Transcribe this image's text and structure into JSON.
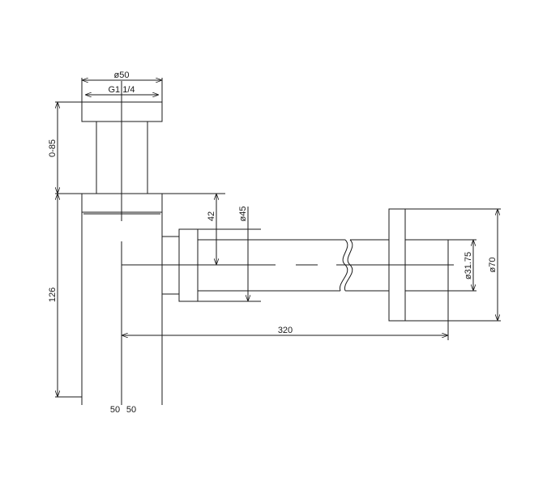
{
  "dimensions": {
    "top_diameter": "ø50",
    "thread": "G1 1/4",
    "height_adjust": "0-85",
    "body_height": "126",
    "outlet_height": "42",
    "nut_diameter": "ø45",
    "horizontal_length": "320",
    "pipe_diameter": "ø31.75",
    "flange_diameter": "ø70",
    "bottom_left": "50",
    "bottom_right": "50"
  }
}
